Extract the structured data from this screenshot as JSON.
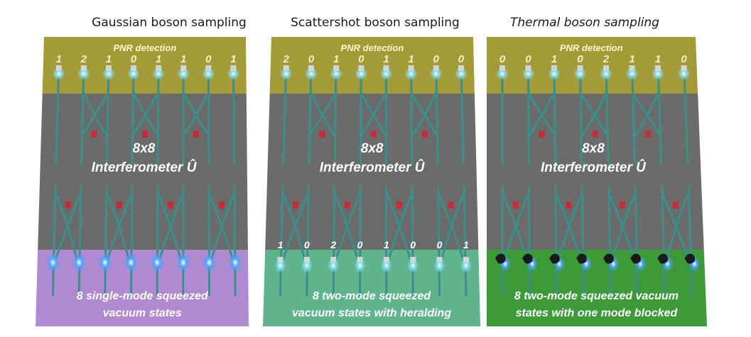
{
  "panels": [
    {
      "title": "Gaussian boson sampling",
      "title_italic": false,
      "detection_label": "PNR detection",
      "output_counts": [
        "1",
        "2",
        "1",
        "0",
        "1",
        "1",
        "0",
        "1"
      ],
      "interferometer_size": "8x8",
      "interferometer_label": "Interferometer Û",
      "input_counts": [],
      "source_line1": "8 single-mode squeezed",
      "source_line2": "vacuum states",
      "source_color": "#b08ad0",
      "input_style": "glow"
    },
    {
      "title": "Scattershot boson sampling",
      "title_italic": false,
      "detection_label": "PNR detection",
      "output_counts": [
        "2",
        "0",
        "1",
        "0",
        "1",
        "1",
        "0",
        "0"
      ],
      "interferometer_size": "8x8",
      "interferometer_label": "Interferometer Û",
      "input_counts": [
        "1",
        "0",
        "2",
        "0",
        "1",
        "0",
        "0",
        "1"
      ],
      "source_line1": "8 two-mode squeezed",
      "source_line2": "vacuum states with heralding",
      "source_color": "#5fb48c",
      "input_style": "heralded"
    },
    {
      "title": "Thermal boson sampling",
      "title_italic": true,
      "detection_label": "PNR detection",
      "output_counts": [
        "0",
        "0",
        "1",
        "0",
        "2",
        "1",
        "1",
        "0"
      ],
      "interferometer_size": "8x8",
      "interferometer_label": "Interferometer Û",
      "input_counts": [],
      "source_line1": "8 two-mode squeezed vacuum",
      "source_line2": "states with one mode blocked",
      "source_color": "#3d9a38",
      "input_style": "blocked"
    }
  ],
  "colors": {
    "detection_band": "#a39a38",
    "interferometer": "#6b6b6b",
    "waveguide": "#3a8f8c",
    "phase_shifter": "#c0303a",
    "glow": "#4aa3ff",
    "count_text": "#f5f0c8"
  }
}
